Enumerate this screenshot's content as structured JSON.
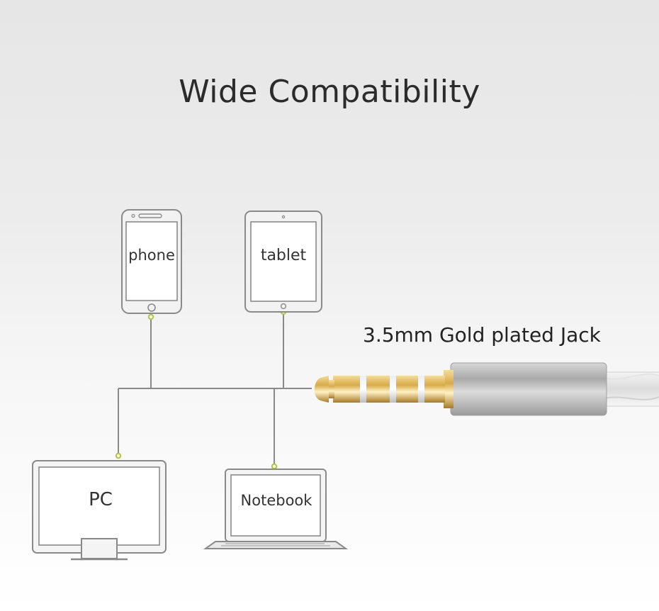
{
  "title": "Wide Compatibility",
  "jack_label": "3.5mm Gold plated Jack",
  "devices": {
    "phone": "phone",
    "tablet": "tablet",
    "pc": "PC",
    "notebook": "Notebook"
  },
  "colors": {
    "line": "#8a8a8a",
    "node": "#c8d84a",
    "gold": "#d4a640",
    "metal": "#b9b9b9",
    "text": "#2b2b2b"
  }
}
